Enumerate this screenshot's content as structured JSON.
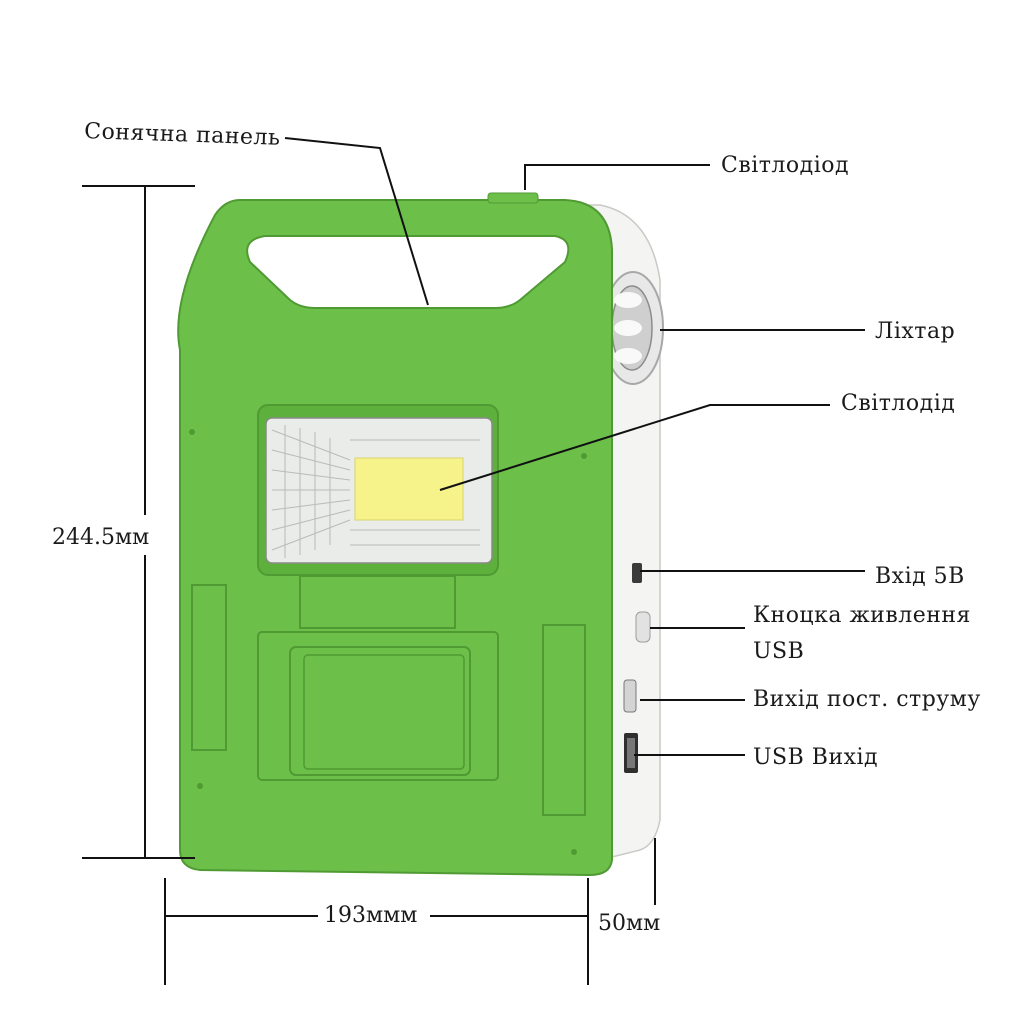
{
  "labels": {
    "solar_panel": "Сонячна панель",
    "led_top": "Світлодіод",
    "flashlight": "Ліхтар",
    "led_panel": "Світлодід",
    "input_5v": "Вхід 5В",
    "usb_power_button_line1": "Кноцка живлення",
    "usb_power_button_line2": "USB",
    "dc_output": "Вихід пост. струму",
    "usb_output": "USB Вихід"
  },
  "dimensions": {
    "height": "244.5мм",
    "width": "193ммм",
    "depth": "50мм"
  },
  "colors": {
    "body_green": "#6cc04a",
    "body_green_dark": "#4f9a33",
    "side_white": "#f4f4f2",
    "cob_yellow": "#f6f38a"
  }
}
